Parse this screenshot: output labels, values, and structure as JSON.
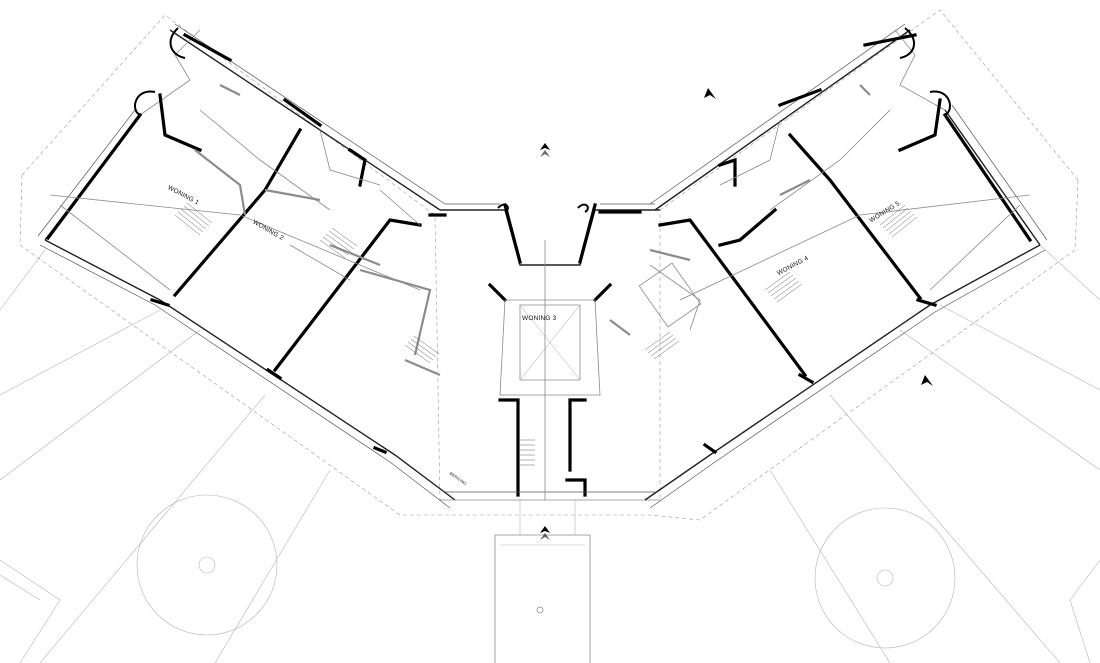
{
  "labels": {
    "woning_1": "WONING 1",
    "woning_2": "WONING 2",
    "woning_3": "WONING 3",
    "woning_4": "WONING 4",
    "woning_5": "WONING 5",
    "small_label": "BERGING"
  },
  "colors": {
    "wall": "#000000",
    "line": "#8a8a8a",
    "background": "#ffffff"
  },
  "icons": [
    "north-arrow-icon"
  ]
}
